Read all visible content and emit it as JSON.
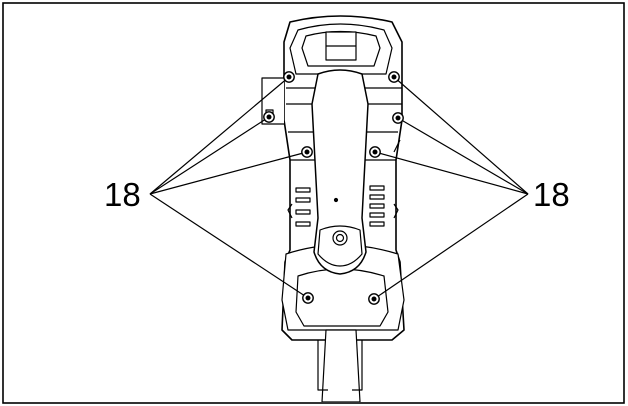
{
  "diagram": {
    "callouts": {
      "left": "18",
      "right": "18"
    },
    "screw_count": 8
  }
}
